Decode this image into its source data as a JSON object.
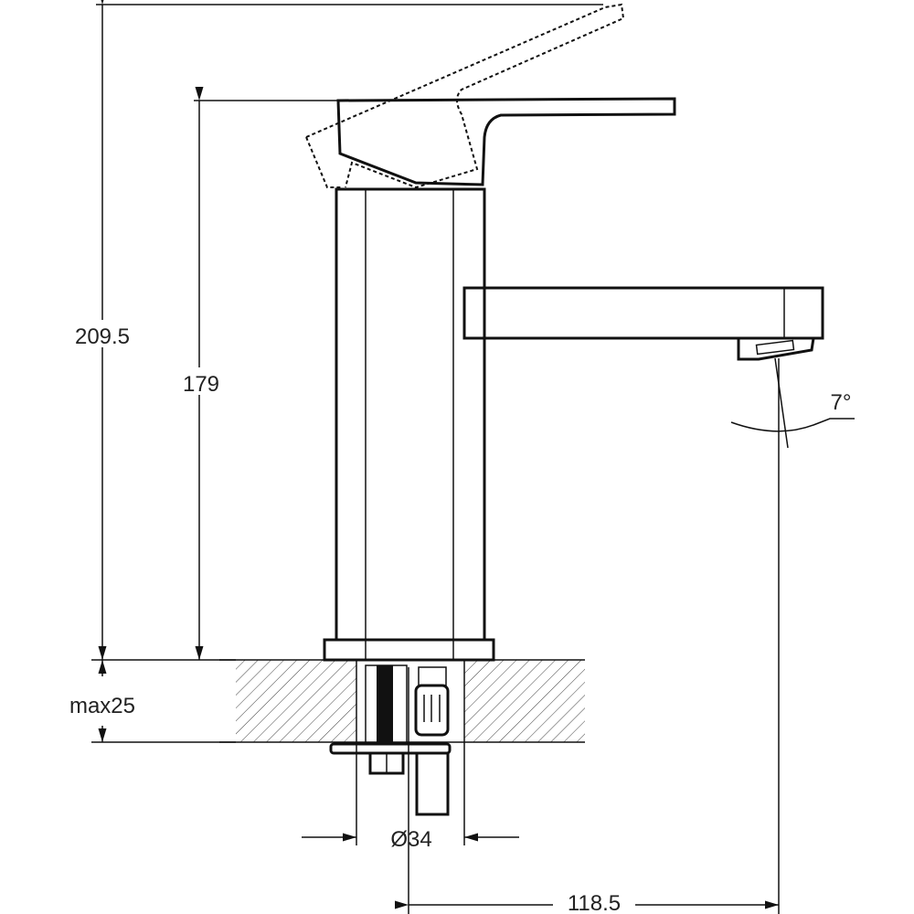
{
  "dimensions": {
    "total_height": "209.5",
    "spout_height": "179",
    "max_counter_thickness": "max25",
    "mount_diameter": "Ø34",
    "spout_reach": "118.5",
    "spout_angle": "7°"
  },
  "colors": {
    "line": "#111111",
    "background": "#ffffff"
  }
}
